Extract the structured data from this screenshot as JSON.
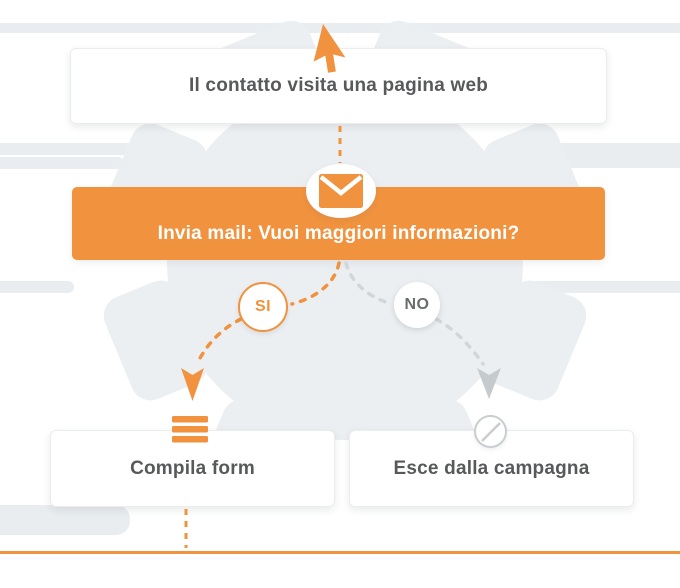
{
  "flow": {
    "step_visit": {
      "label": "Il contatto visita una pagina web"
    },
    "step_email": {
      "label": "Invia mail: Vuoi maggiori informazioni?"
    },
    "branch_yes": {
      "label": "SI"
    },
    "branch_no": {
      "label": "NO"
    },
    "outcome_yes": {
      "label": "Compila form"
    },
    "outcome_no": {
      "label": "Esce dalla campagna"
    }
  },
  "icons": {
    "cursor": "cursor-pointer-icon",
    "email": "email-envelope-icon",
    "form": "form-lines-icon",
    "exit": "no-entry-icon",
    "arrow_yes": "arrow-down-orange-icon",
    "arrow_no": "arrow-down-gray-icon",
    "gear": "gear-background-shape"
  },
  "colors": {
    "accent_orange": "#F0923E",
    "gear_gray": "#ECEFF1",
    "stripe_gray": "#E9EDF0",
    "text_dark": "#58595B",
    "no_text_gray": "#6B6C6E",
    "connector_gray": "#D2D6D9",
    "arrow_gray": "#C5CACD"
  }
}
